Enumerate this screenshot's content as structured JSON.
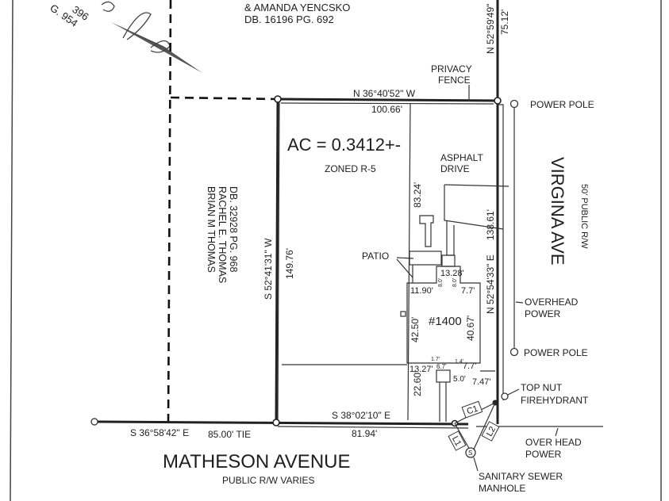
{
  "title": "Property boundary survey plat",
  "adjoining_owners": {
    "northwest": {
      "deed_fragment_1": "396",
      "deed_fragment_2": "G. 954"
    },
    "north": {
      "line1": "& AMANDA YENCSKO",
      "line2": "DB. 16196 PG. 692"
    },
    "west": {
      "line1": "BRIAN M THOMAS",
      "line2": "RACHEL E. THOMAS",
      "line3": "DB. 32928 PG. 968"
    }
  },
  "parcel": {
    "acreage": "AC = 0.3412+-",
    "zoning": "ZONED R-5",
    "house_number": "#1400"
  },
  "boundary_lines": {
    "north": {
      "bearing": "N 36°40'52\" W",
      "distance": "100.66'"
    },
    "west": {
      "bearing": "S 52°41'31\" W",
      "distance": "149.76'"
    },
    "east": {
      "bearing": "N 52°54'33\" E",
      "distance": "138.61'"
    },
    "east_extension": {
      "bearing": "N 52°59'49\"",
      "distance": "75.12'"
    },
    "south": {
      "bearing": "S 38°02'10\" E",
      "distance": "81.94'"
    },
    "south_tie": {
      "bearing": "S 36°58'42\" E",
      "distance": "85.00' TIE"
    }
  },
  "dimensions": {
    "setback_front": "83.24'",
    "house_left": "42.50'",
    "house_right": "40.67'",
    "setback_rear": "22.60'",
    "house_top_left": "11.90'",
    "porch_width": "13.28'",
    "porch_left_small": "8.0'",
    "porch_right_small": "8.0'",
    "house_top_right": "7.7'",
    "house_bottom_left": "13.27'",
    "stoop_a": "1.7'",
    "stoop_b": "6.7'",
    "stoop_c": "1.4'",
    "stoop_d": "7.7'",
    "stoop_e": "5.0'",
    "to_line": "7.47'"
  },
  "features": {
    "privacy_fence_1": "PRIVACY",
    "privacy_fence_2": "FENCE",
    "asphalt_1": "ASPHALT",
    "asphalt_2": "DRIVE",
    "patio": "PATIO",
    "power_pole_top": "POWER POLE",
    "overhead_power_1": "OVERHEAD",
    "overhead_power_2": "POWER",
    "power_pole_bottom": "POWER POLE",
    "hydrant_1": "TOP NUT",
    "hydrant_2": "FIREHYDRANT",
    "over_head_1": "OVER HEAD",
    "over_head_2": "POWER",
    "manhole_1": "SANITARY SEWER",
    "manhole_2": "MANHOLE",
    "manhole_symbol": "S",
    "curve_c1": "C1",
    "line_l1": "L1",
    "line_l2": "L2"
  },
  "streets": {
    "east": {
      "name": "VIRGINA AVE",
      "rw": "50' PUBLIC R/W"
    },
    "south": {
      "name": "MATHESON AVENUE",
      "rw": "PUBLIC R/W VARIES"
    }
  },
  "colors": {
    "ink": "#1e1e1e",
    "paper": "#ffffff",
    "arrow_fill": "#555555"
  }
}
